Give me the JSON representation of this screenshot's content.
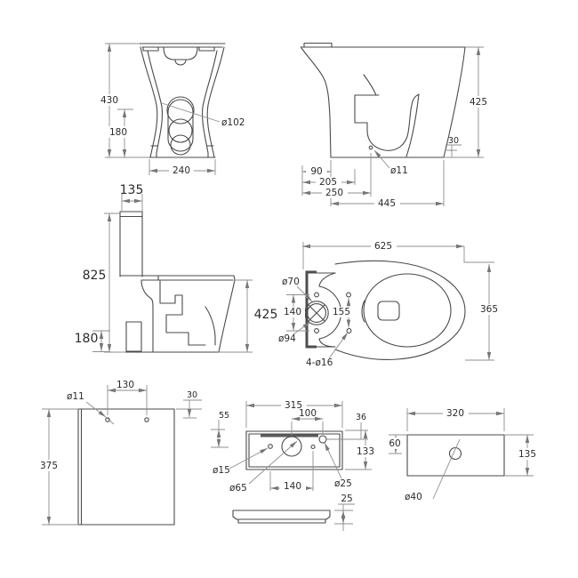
{
  "meta": {
    "background": "#ffffff",
    "object_line_color": "#4a4a4a",
    "dim_line_color": "#8f8f8f",
    "text_color": "#2b2b2b"
  },
  "views": {
    "pan_front": {
      "dims": {
        "height": "430",
        "trap_center_height": "180",
        "base_width": "240",
        "outlet_dia": "ø102"
      }
    },
    "pan_side": {
      "dims": {
        "height": "425",
        "outlet_height": "30",
        "d90": "90",
        "d205": "205",
        "d250": "250",
        "depth": "445",
        "fixing_hole": "ø11"
      }
    },
    "wc_side": {
      "dims": {
        "cistern_depth": "135",
        "total_height": "825",
        "plinth_height": "180",
        "bowl_height": "425"
      }
    },
    "wc_plan": {
      "dims": {
        "length": "625",
        "flush_hole": "ø70",
        "bolt_spacing": "140",
        "flush_flange": "ø94",
        "seat_hole_spacing": "155",
        "fixing_holes": "4-ø16",
        "width": "365"
      }
    },
    "cistern_front": {
      "dims": {
        "hole_dia": "ø11",
        "hole_spacing": "130",
        "hole_offset": "30",
        "height": "375"
      }
    },
    "cistern_plan": {
      "dims": {
        "width": "315",
        "valve_spacing": "100",
        "left_offset": "55",
        "right_offset": "36",
        "depth": "133",
        "hole15": "ø15",
        "flush_valve": "ø65",
        "bottom_spacing": "140",
        "inlet": "ø25",
        "lid_height": "25"
      }
    },
    "lid_plan": {
      "dims": {
        "width": "320",
        "button_offset": "60",
        "depth": "135",
        "button_hole": "ø40"
      }
    }
  }
}
